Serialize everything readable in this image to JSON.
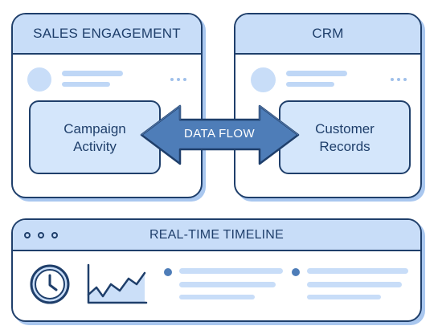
{
  "diagram": {
    "panels": {
      "sales_engagement": {
        "title": "SALES ENGAGEMENT",
        "card_label_line1": "Campaign",
        "card_label_line2": "Activity"
      },
      "crm": {
        "title": "CRM",
        "card_label_line1": "Customer",
        "card_label_line2": "Records"
      },
      "timeline": {
        "title": "REAL-TIME TIMELINE"
      }
    },
    "connector": {
      "label": "DATA FLOW"
    },
    "icons": {
      "clock": "clock-icon",
      "chart": "line-chart-icon",
      "more": "more-icon",
      "avatar": "avatar-icon",
      "arrow": "double-arrow-icon",
      "window_dots": "window-dots-icon"
    },
    "colors": {
      "outline": "#1f3f6b",
      "panel_fill": "#ffffff",
      "header_fill": "#c8ddf8",
      "card_fill": "#d4e6fb",
      "accent": "#4e7db8",
      "shadow": "#a9c7ef"
    }
  }
}
